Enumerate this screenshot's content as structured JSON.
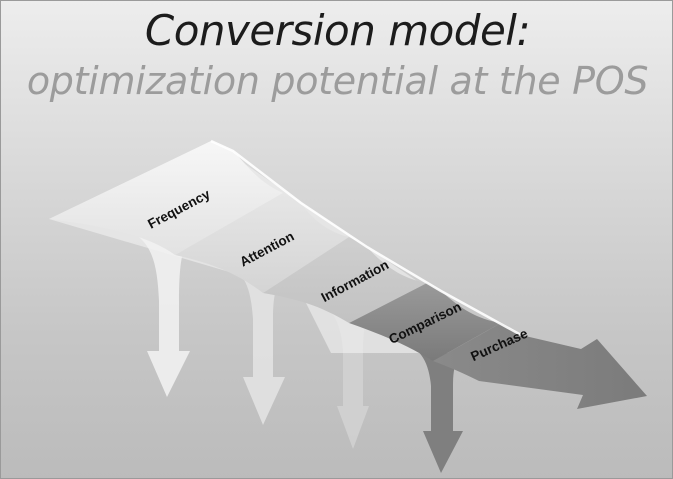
{
  "title": "Conversion model:",
  "subtitle": "optimization potential at the POS",
  "stages": [
    {
      "label": "Frequency"
    },
    {
      "label": "Attention"
    },
    {
      "label": "Information"
    },
    {
      "label": "Comparison"
    },
    {
      "label": "Purchase"
    }
  ]
}
